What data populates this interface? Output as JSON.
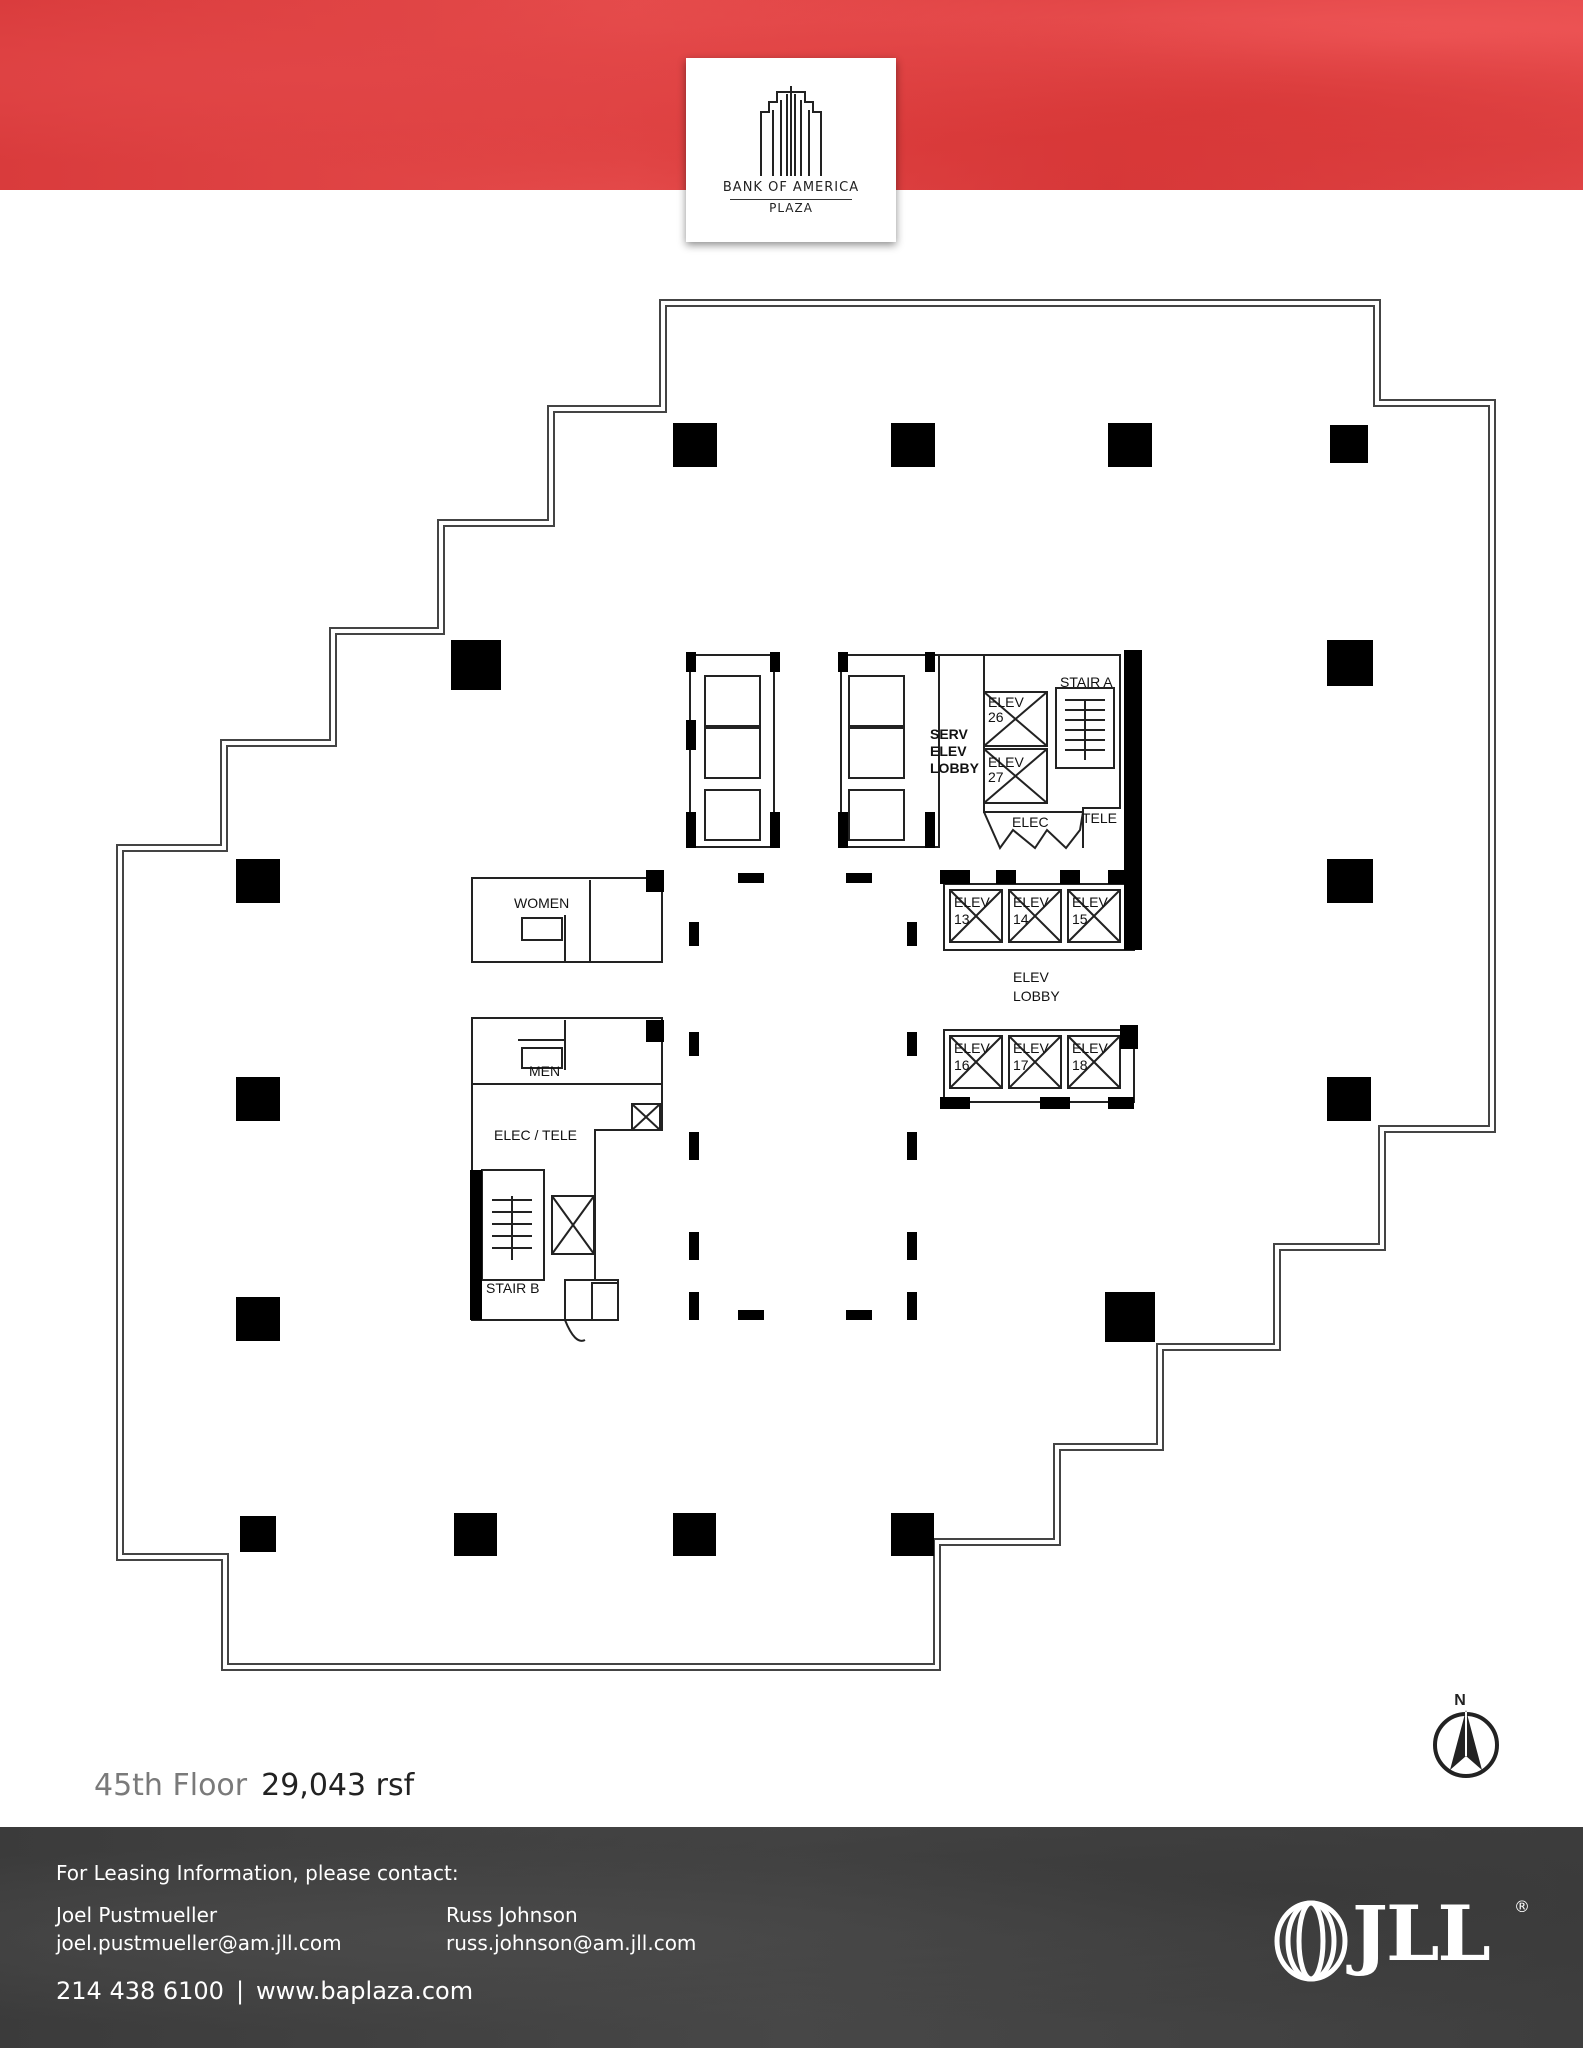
{
  "header": {
    "logo": {
      "line1": "BANK OF AMERICA",
      "line2": "PLAZA",
      "icon": "tower-logo-icon"
    }
  },
  "plan": {
    "rooms": {
      "stair_a": "STAIR A",
      "serv_elev_lobby": [
        "SERV",
        "ELEV",
        "LOBBY"
      ],
      "elev_26": [
        "ELEV",
        "26"
      ],
      "elev_27": [
        "ELEV",
        "27"
      ],
      "elec": "ELEC",
      "tele": "TELE",
      "women": "WOMEN",
      "men": "MEN",
      "elec_tele": "ELEC / TELE",
      "stair_b": "STAIR B",
      "elev_lobby": [
        "ELEV",
        "LOBBY"
      ],
      "elev_13": [
        "ELEV",
        "13"
      ],
      "elev_14": [
        "ELEV",
        "14"
      ],
      "elev_15": [
        "ELEV",
        "15"
      ],
      "elev_16": [
        "ELEV",
        "16"
      ],
      "elev_17": [
        "ELEV",
        "17"
      ],
      "elev_18": [
        "ELEV",
        "18"
      ]
    },
    "compass": {
      "label": "N",
      "icon": "north-arrow-icon"
    }
  },
  "floor": {
    "name": "45th Floor",
    "area": "29,043 rsf"
  },
  "footer": {
    "intro": "For Leasing Information, please contact:",
    "contact1": {
      "name": "Joel Pustmueller",
      "email": "joel.pustmueller@am.jll.com"
    },
    "contact2": {
      "name": "Russ Johnson",
      "email": "russ.johnson@am.jll.com"
    },
    "phone": "214 438 6100",
    "separator": "|",
    "website": "www.baplaza.com",
    "brand": {
      "wordmark": "JLL",
      "registered": "®",
      "icon": "jll-logo-icon"
    }
  },
  "colors": {
    "accent_red": "#dc3e3f",
    "footer_gray": "#424242"
  }
}
